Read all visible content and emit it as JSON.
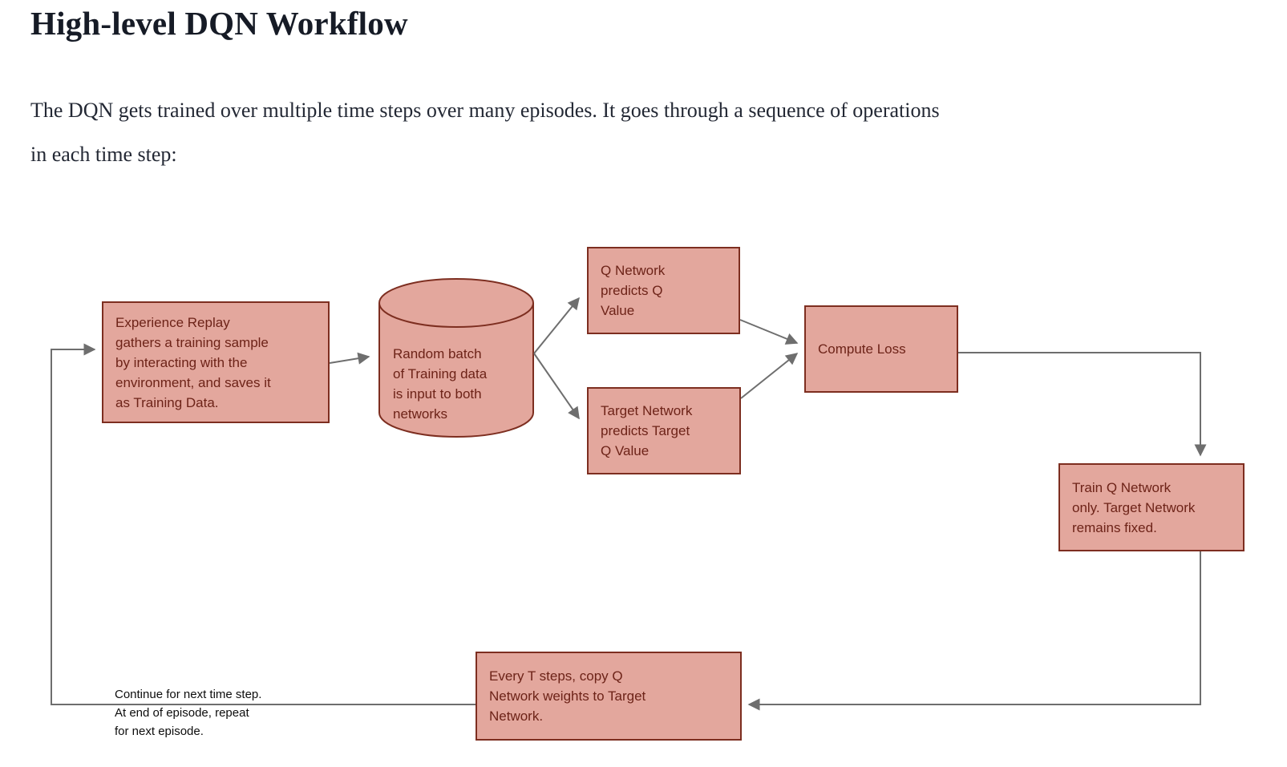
{
  "page": {
    "title": "High-level DQN Workflow",
    "intro": "The DQN gets trained over multiple time steps over many episodes. It goes through a sequence of operations\nin each time step:"
  },
  "diagram": {
    "nodes": {
      "experience_replay": {
        "label": "Experience Replay\ngathers a training sample\nby interacting with the\nenvironment, and saves it\nas Training Data."
      },
      "random_batch": {
        "label": "Random batch\nof Training data\nis input to both\nnetworks",
        "shape": "cylinder"
      },
      "q_network": {
        "label": "Q Network\npredicts Q\nValue"
      },
      "target_network": {
        "label": "Target Network\npredicts Target\nQ Value"
      },
      "compute_loss": {
        "label": "Compute Loss"
      },
      "train_q_network": {
        "label": "Train Q Network\nonly. Target Network\nremains fixed."
      },
      "copy_weights": {
        "label": "Every T steps, copy Q\nNetwork weights to Target\nNetwork."
      }
    },
    "loop_note": [
      "Continue for next time step.",
      "At end of episode, repeat",
      "for next episode."
    ],
    "colors": {
      "node_fill": "#e3a79d",
      "node_border": "#7d2e20",
      "node_text": "#6d2318",
      "arrow": "#6e6e6e"
    }
  }
}
